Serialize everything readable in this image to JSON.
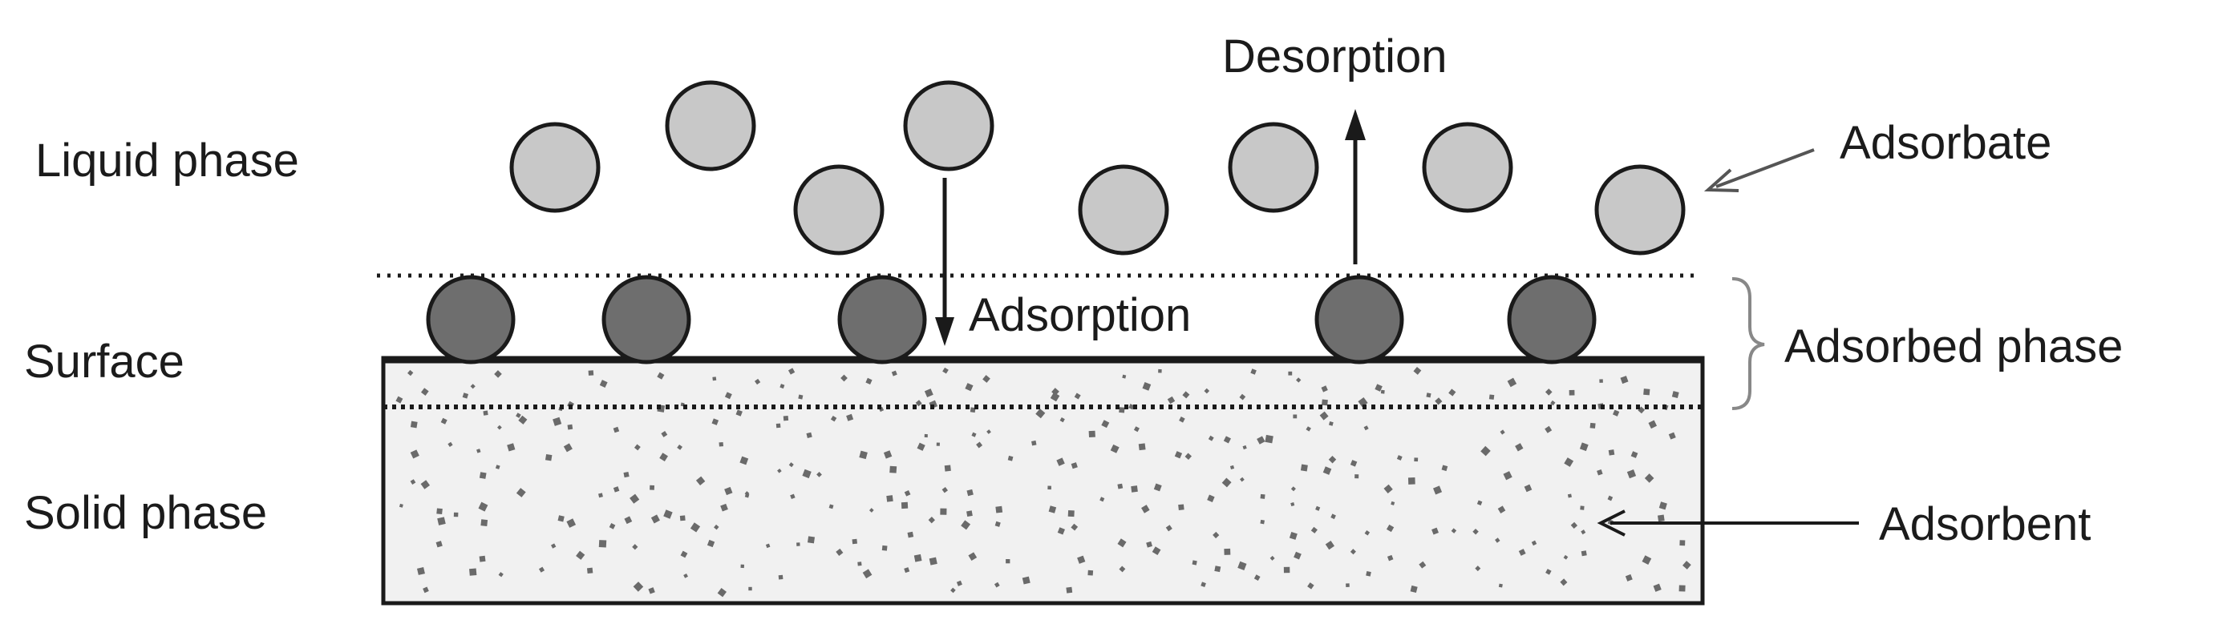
{
  "labels": {
    "liquid_phase": "Liquid phase",
    "surface": "Surface",
    "solid_phase": "Solid phase",
    "adsorbate": "Adsorbate",
    "adsorbed_phase": "Adsorbed phase",
    "adsorbent": "Adsorbent",
    "desorption": "Desorption",
    "adsorption": "Adsorption"
  },
  "colors": {
    "adsorbate_fill": "#c8c8c8",
    "adsorbed_fill": "#6e6e6e",
    "solid_fill": "#f1f1f1",
    "grain": "#6a6a6a",
    "line": "#1a1a1a"
  }
}
